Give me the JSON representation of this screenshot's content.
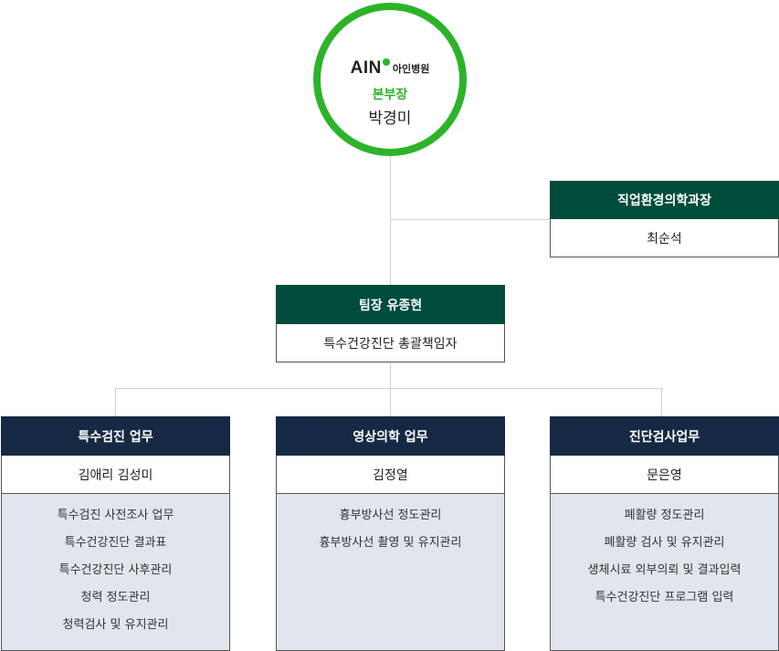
{
  "head": {
    "logo_text": "AIN",
    "logo_korean": "아인병원",
    "role": "본부장",
    "name": "박경미"
  },
  "side_box": {
    "title": "직업환경의학과장",
    "name": "최순석"
  },
  "team_leader": {
    "title": "팀장 유종현",
    "subtitle": "특수건강진단 총괄책임자"
  },
  "departments": [
    {
      "title": "특수검진 업무",
      "members": "김애리 김성미",
      "tasks": [
        "특수검진 사전조사 업무",
        "특수건강진단 결과표",
        "특수건강진단 사후관리",
        "청력 정도관리",
        "청력검사 및 유지관리"
      ]
    },
    {
      "title": "영상의학 업무",
      "members": "김정열",
      "tasks": [
        "흉부방사선 정도관리",
        "흉부방사선 촬영 및 유지관리"
      ]
    },
    {
      "title": "진단검사업무",
      "members": "문은영",
      "tasks": [
        "폐활량 정도관리",
        "폐활량 검사 및 유지관리",
        "생체시료 외부의뢰 및 결과입력",
        "특수건강진단 프로그램 입력"
      ]
    }
  ],
  "colors": {
    "accent_green": "#2db329",
    "header_green": "#004c3c",
    "header_navy": "#162944",
    "task_bg": "#e1e5ed",
    "connector": "#cfcfcf"
  }
}
